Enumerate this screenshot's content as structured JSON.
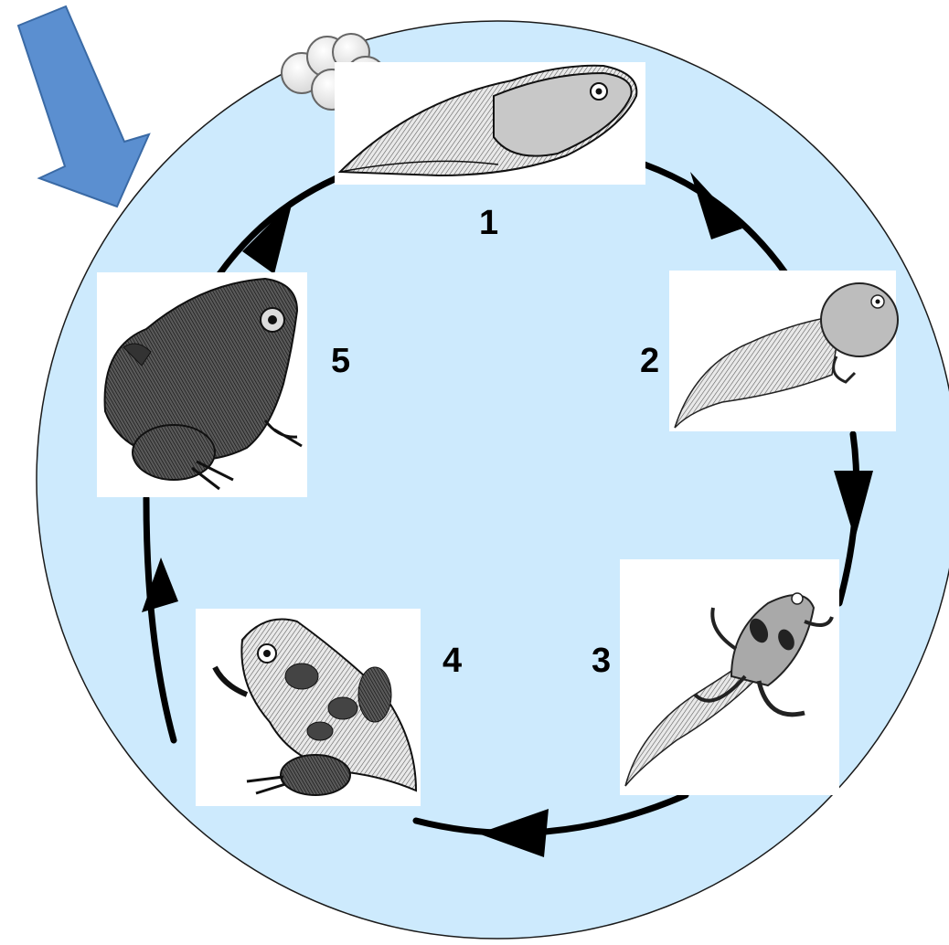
{
  "diagram": {
    "stages": [
      {
        "id": "stage-1",
        "number": "1",
        "illustration": "tadpole-icon"
      },
      {
        "id": "stage-2",
        "number": "2",
        "illustration": "tadpole-with-hind-legs-icon"
      },
      {
        "id": "stage-3",
        "number": "3",
        "illustration": "froglet-with-tail-icon"
      },
      {
        "id": "stage-4",
        "number": "4",
        "illustration": "young-frog-icon"
      },
      {
        "id": "stage-5",
        "number": "5",
        "illustration": "adult-frog-icon"
      }
    ],
    "start_marker": "frog-eggs-icon",
    "entry_arrow": "entry-arrow-icon",
    "colors": {
      "pond": "#cdeafd",
      "pond_border": "#1a1a1a",
      "cycle_path": "#000000",
      "entry_arrow": "#5b8fd0",
      "entry_arrow_border": "#3a6aa5",
      "egg": "#f2f2f2"
    }
  }
}
